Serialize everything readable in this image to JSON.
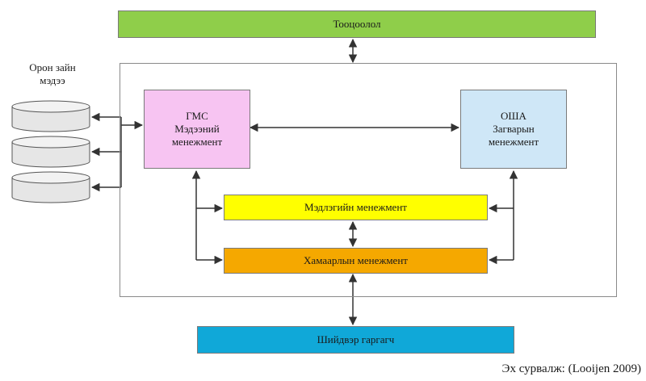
{
  "diagram": {
    "top_box": "Тооцоолол",
    "left_box": {
      "line1": "ГМС",
      "line2": "Мэдээний",
      "line3": "менежмент"
    },
    "right_box": {
      "line1": "ОША",
      "line2": "Загварын",
      "line3": "менежмент"
    },
    "middle_box_1": "Мэдлэгийн менежмент",
    "middle_box_2": "Хамаарлын менежмент",
    "bottom_box": "Шийдвэр гаргагч",
    "db_label": {
      "line1": "Орон зайн",
      "line2": "мэдээ"
    },
    "source": "Эх сурвалж: (Looijen 2009)"
  },
  "colors": {
    "top_box": "#8fce4a",
    "left_box": "#f7c4f2",
    "right_box": "#cfe7f7",
    "middle_box_1": "#ffff00",
    "middle_box_2": "#f5a800",
    "bottom_box": "#10a8d8",
    "arrows": "#333333"
  }
}
